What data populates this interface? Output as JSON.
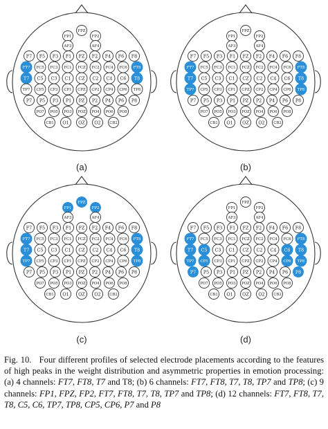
{
  "figure": {
    "panels": [
      {
        "label": "(a)",
        "selected": [
          "FT7",
          "FT8",
          "T7",
          "T8"
        ]
      },
      {
        "label": "(b)",
        "selected": [
          "FT7",
          "FT8",
          "T7",
          "T8",
          "TP7",
          "TP8"
        ]
      },
      {
        "label": "(c)",
        "selected": [
          "FP1",
          "FPZ",
          "FP2",
          "FT7",
          "FT8",
          "T7",
          "T8",
          "TP7",
          "TP8"
        ]
      },
      {
        "label": "(d)",
        "selected": [
          "FT7",
          "FT8",
          "T7",
          "T8",
          "C5",
          "C6",
          "TP7",
          "TP8",
          "CP5",
          "CP6",
          "P7",
          "P8"
        ]
      }
    ],
    "electrode_rows": [
      [
        "FP1",
        "FPZ",
        "FP2"
      ],
      [
        "AF3",
        "AF4"
      ],
      [
        "F7",
        "F5",
        "F3",
        "F1",
        "FZ",
        "F2",
        "F4",
        "F6",
        "F8"
      ],
      [
        "FT7",
        "FC5",
        "FC3",
        "FC1",
        "FCZ",
        "FC2",
        "FC4",
        "FC6",
        "FT8"
      ],
      [
        "T7",
        "C5",
        "C3",
        "C1",
        "CZ",
        "C2",
        "C4",
        "C6",
        "T8"
      ],
      [
        "TP7",
        "CP5",
        "CP3",
        "CP1",
        "CPZ",
        "CP2",
        "CP4",
        "CP6",
        "TP8"
      ],
      [
        "P7",
        "P5",
        "P3",
        "P1",
        "PZ",
        "P2",
        "P4",
        "P6",
        "P8"
      ],
      [
        "PO7",
        "PO5",
        "PO3",
        "POZ",
        "PO4",
        "PO6",
        "PO8"
      ],
      [
        "CB1",
        "O1",
        "OZ",
        "O2",
        "CB2"
      ]
    ],
    "colors": {
      "selected": "#2b8fd8",
      "outline": "#333333",
      "background": "#ffffff"
    }
  },
  "caption": {
    "fig_label": "Fig. 10.",
    "intro": "Four different profiles of selected electrode placements according to the features of high peaks in the weight distribution and asymmetric properties in emotion processing: (a) 4 channels: ",
    "a_list": "FT7, FT8, T7",
    "a_and": " and ",
    "a_last": "T8",
    "b_label": "; (b) 6 channels: ",
    "b_list": "FT7, FT8, T7, T8, TP7",
    "b_and": " and ",
    "b_last": "TP8",
    "c_label": "; (c) 9 channels: ",
    "c_list": "FP1, FPZ, FP2, FT7, FT8, T7, T8, TP7",
    "c_and": " and ",
    "c_last": "TP8",
    "d_label": "; (d) 12 channels: ",
    "d_list": "FT7, FT8, T7, T8, C5, C6, TP7, TP8, CP5, CP6, P7",
    "d_and": " and ",
    "d_last": "P8"
  }
}
